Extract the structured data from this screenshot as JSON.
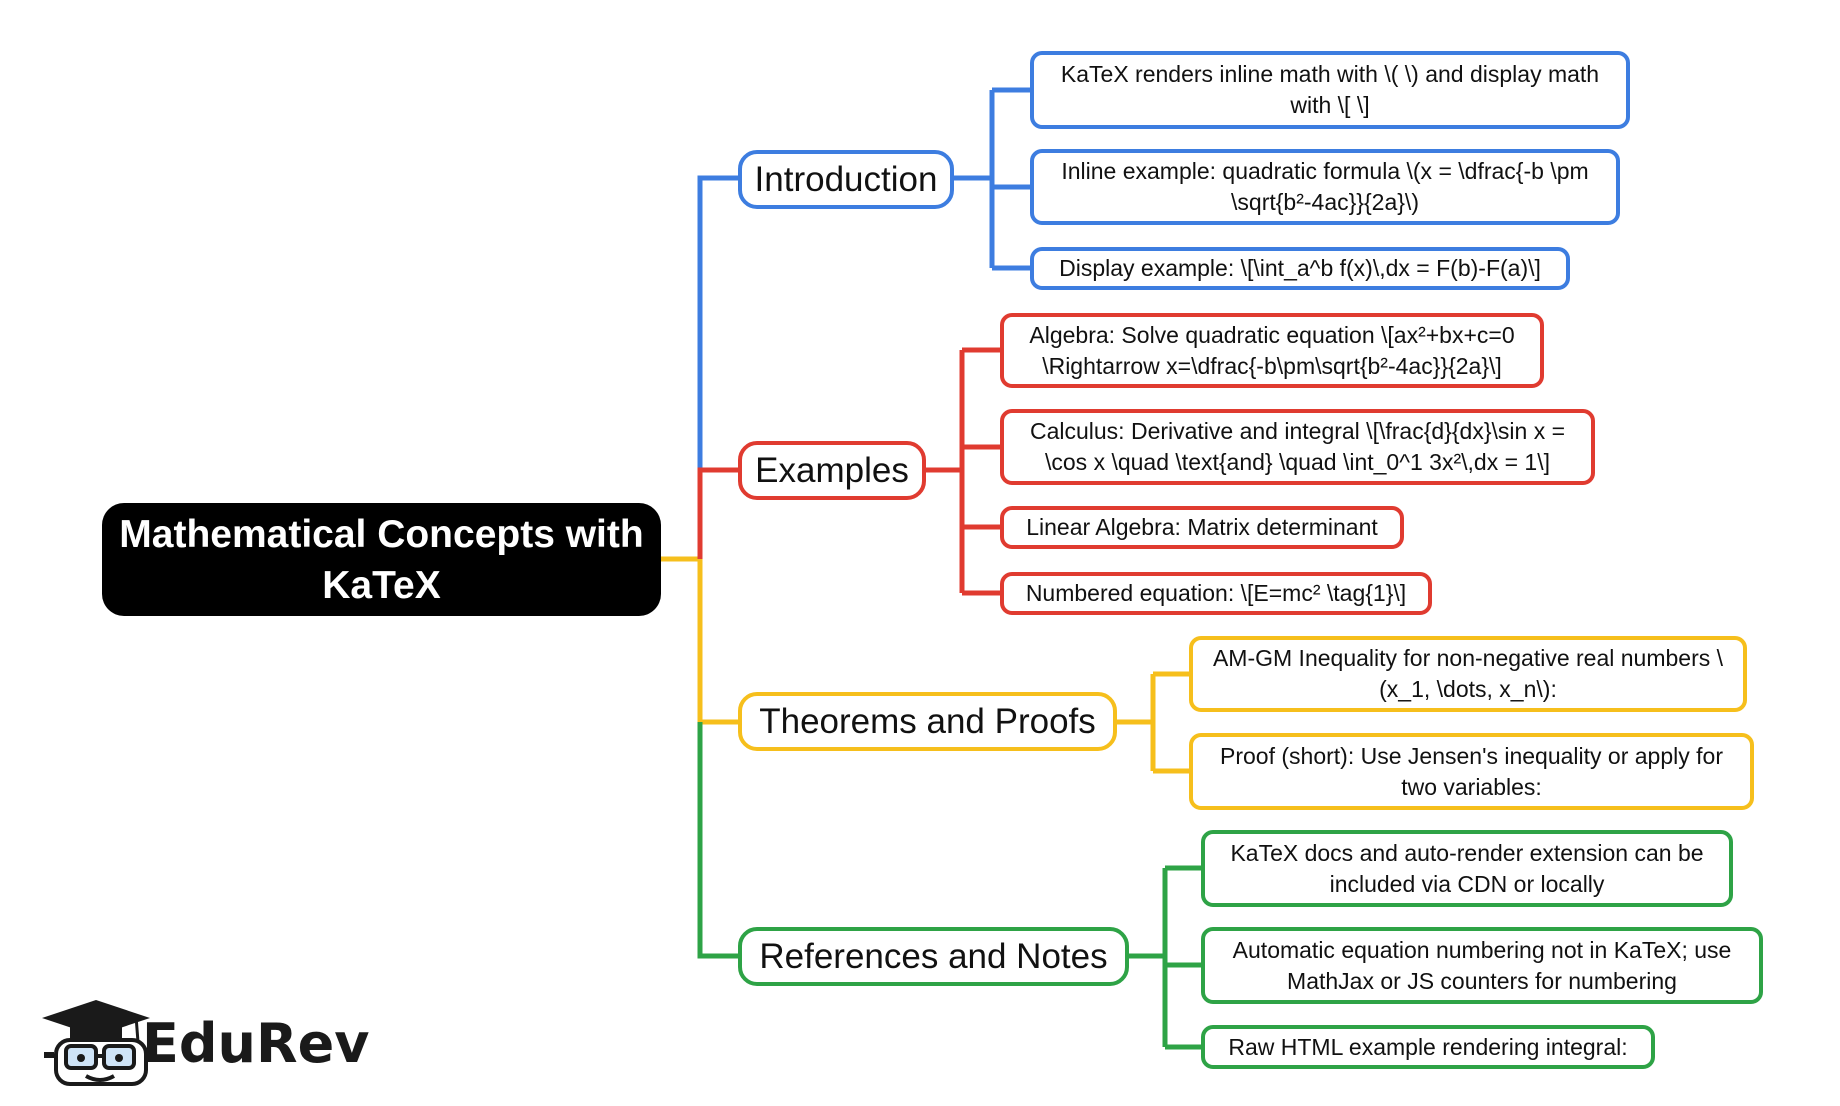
{
  "root": {
    "title": "Mathematical Concepts with KaTeX"
  },
  "colors": {
    "introduction": "#3d7de0",
    "examples": "#e03b30",
    "theorems": "#f6bf1c",
    "references": "#2ea346",
    "root_fill": "#000000"
  },
  "branches": [
    {
      "label": "Introduction",
      "color": "blue",
      "children": [
        "KaTeX renders inline math with \\( \\) and display math with \\[ \\]",
        "Inline example: quadratic formula \\(x = \\dfrac{-b \\pm \\sqrt{b²-4ac}}{2a}\\)",
        "Display example: \\[\\int_a^b f(x)\\,dx = F(b)-F(a)\\]"
      ]
    },
    {
      "label": "Examples",
      "color": "red",
      "children": [
        "Algebra: Solve quadratic equation \\[ax²+bx+c=0 \\Rightarrow x=\\dfrac{-b\\pm\\sqrt{b²-4ac}}{2a}\\]",
        "Calculus: Derivative and integral \\[\\frac{d}{dx}\\sin x = \\cos x \\quad \\text{and} \\quad \\int_0^1 3x²\\,dx = 1\\]",
        "Linear Algebra: Matrix determinant",
        "Numbered equation: \\[E=mc² \\tag{1}\\]"
      ]
    },
    {
      "label": "Theorems and Proofs",
      "color": "yellow",
      "children": [
        "AM-GM Inequality for non-negative real numbers \\(x_1, \\dots, x_n\\):",
        "Proof (short): Use Jensen's inequality or apply for two variables:"
      ]
    },
    {
      "label": "References and Notes",
      "color": "green",
      "children": [
        "KaTeX docs and auto-render extension can be included via CDN or locally",
        "Automatic equation numbering not in KaTeX; use MathJax or JS counters for numbering",
        "Raw HTML example rendering integral:"
      ]
    }
  ],
  "logo": {
    "brand": "EduRev",
    "icon": "graduation-cap-student-icon"
  }
}
